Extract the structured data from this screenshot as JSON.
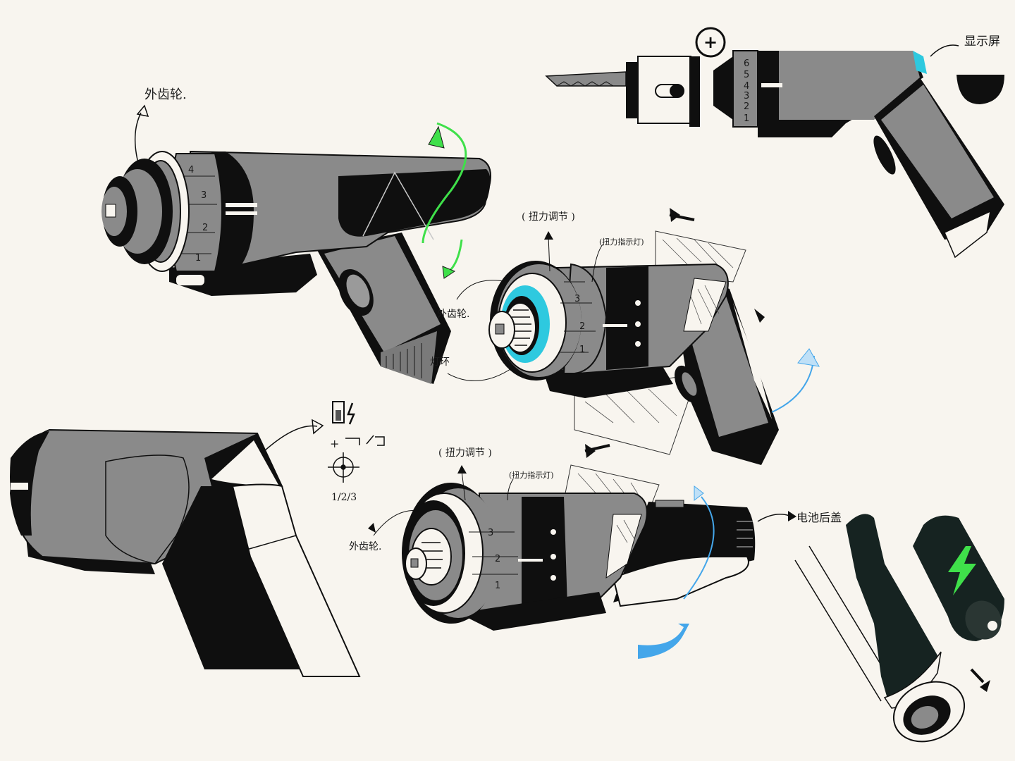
{
  "sketch": {
    "palette": {
      "body_gray": "#8a8a8a",
      "dark": "#0f0f0f",
      "cream": "#f8f5ef",
      "accent_cyan": "#2ec9df",
      "accent_green": "#3fe04a",
      "accent_blue": "#44a6ea"
    },
    "annotations": {
      "outer_gear_1": "外齿轮.",
      "outer_gear_2": "外齿轮.",
      "outer_gear_3": "外齿轮.",
      "light_ring": "灯环",
      "torque_adjust_1": "( 扭力调节 )",
      "torque_adjust_2": "( 扭力调节 )",
      "torque_indicator_1": "(扭力指示灯)",
      "torque_indicator_2": "(扭力指示灯)",
      "display_screen": "显示屏",
      "battery_cover": "电池后盖",
      "mode_ratio": "1/2/3",
      "plus_sign": "+"
    },
    "dial_numbers": {
      "drill_top": [
        "4",
        "3",
        "2",
        "1"
      ],
      "drill_mid": [
        "3",
        "2",
        "1"
      ],
      "drill_bottom": [
        "3",
        "2",
        "1"
      ],
      "saw_scale": [
        "6",
        "5",
        "4",
        "3",
        "2",
        "1"
      ]
    },
    "icons": [
      "battery-icon",
      "lightning-icon",
      "crosshair-icon",
      "plus-circle-icon",
      "green-bolt-icon",
      "rotation-arrow-icon"
    ]
  }
}
